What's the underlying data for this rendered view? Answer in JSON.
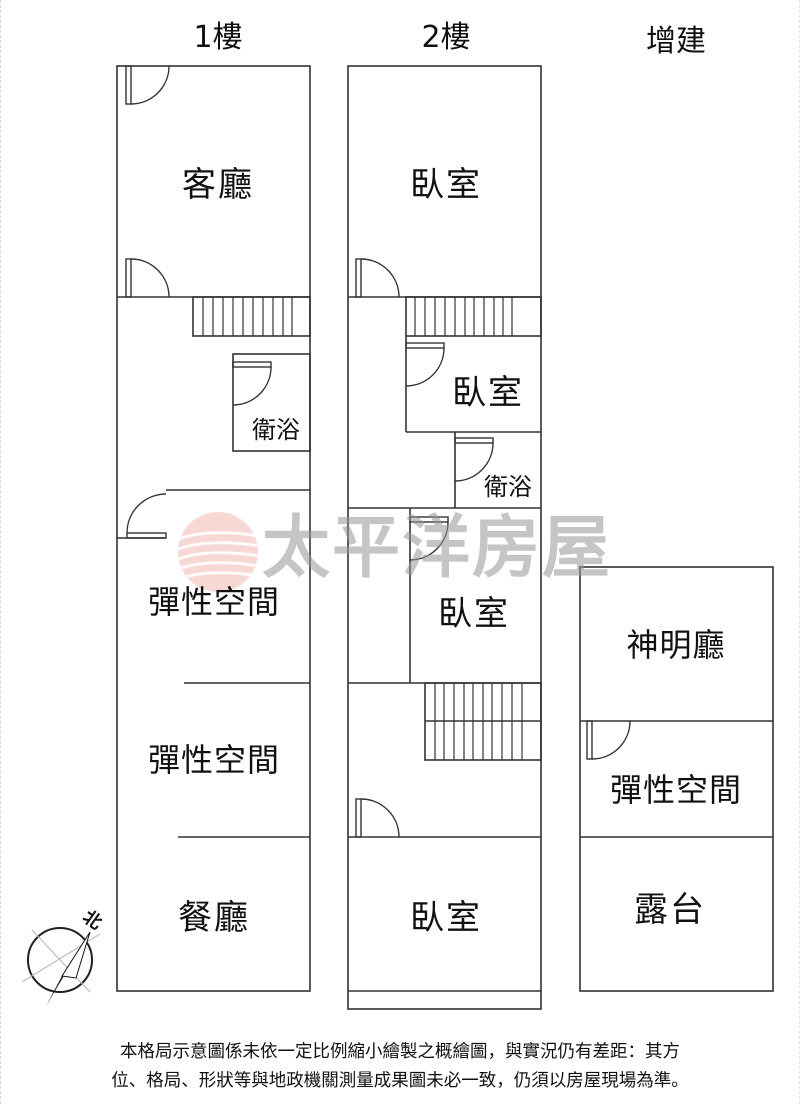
{
  "floors": [
    {
      "id": "floor-1",
      "title": "1樓",
      "rooms": [
        {
          "name": "客廳"
        },
        {
          "name": "衛浴"
        },
        {
          "name": "彈性空間"
        },
        {
          "name": "彈性空間"
        },
        {
          "name": "餐廳"
        }
      ]
    },
    {
      "id": "floor-2",
      "title": "2樓",
      "rooms": [
        {
          "name": "臥室"
        },
        {
          "name": "臥室"
        },
        {
          "name": "衛浴"
        },
        {
          "name": "臥室"
        },
        {
          "name": "臥室"
        }
      ]
    },
    {
      "id": "extension",
      "title": "增建",
      "rooms": [
        {
          "name": "神明廳"
        },
        {
          "name": "彈性空間"
        },
        {
          "name": "露台"
        }
      ]
    }
  ],
  "watermark": {
    "text": "太平洋房屋",
    "logo_color": "#e8938a"
  },
  "compass": {
    "north_label": "北",
    "icon": "compass-north-arrow"
  },
  "disclaimer": {
    "line1": "本格局示意圖係未依一定比例縮小繪製之概繪圖，與實況仍有差距：其方",
    "line2": "位、格局、形狀等與地政機關測量成果圖未必一致，仍須以房屋現場為準。"
  },
  "colors": {
    "line": "#333333",
    "background": "#ffffff",
    "watermark_text": "#999999"
  }
}
